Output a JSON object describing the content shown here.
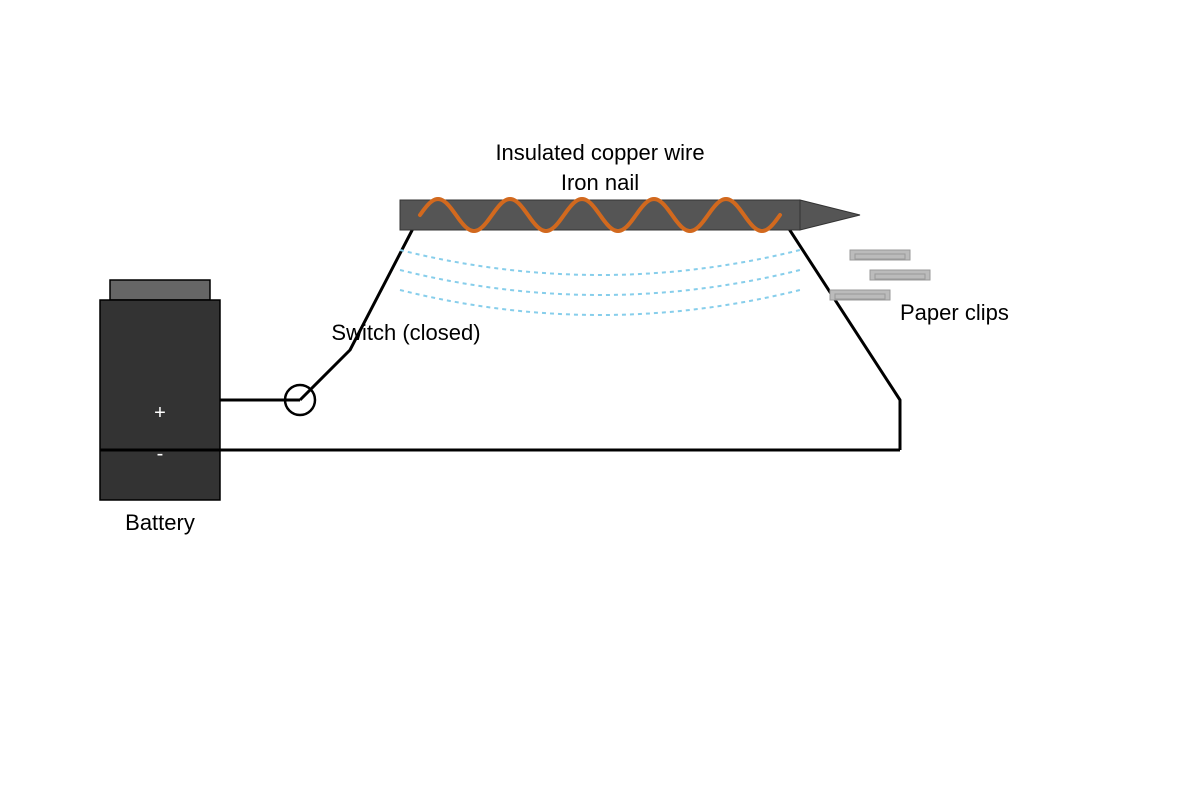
{
  "labels": {
    "copper_wire": "Insulated copper wire",
    "iron_nail": "Iron nail",
    "switch": "Switch (closed)",
    "paper_clips": "Paper clips",
    "battery": "Battery",
    "positive_terminal": "+",
    "negative_terminal": "-"
  },
  "colors": {
    "battery_body": "#333333",
    "battery_cap": "#666666",
    "nail": "#555555",
    "copper_coil": "#D2691E",
    "magnetic_field": "#87CEEB",
    "paper_clip": "#BBBBBB",
    "wire": "#000000"
  },
  "coil_turns": 5
}
